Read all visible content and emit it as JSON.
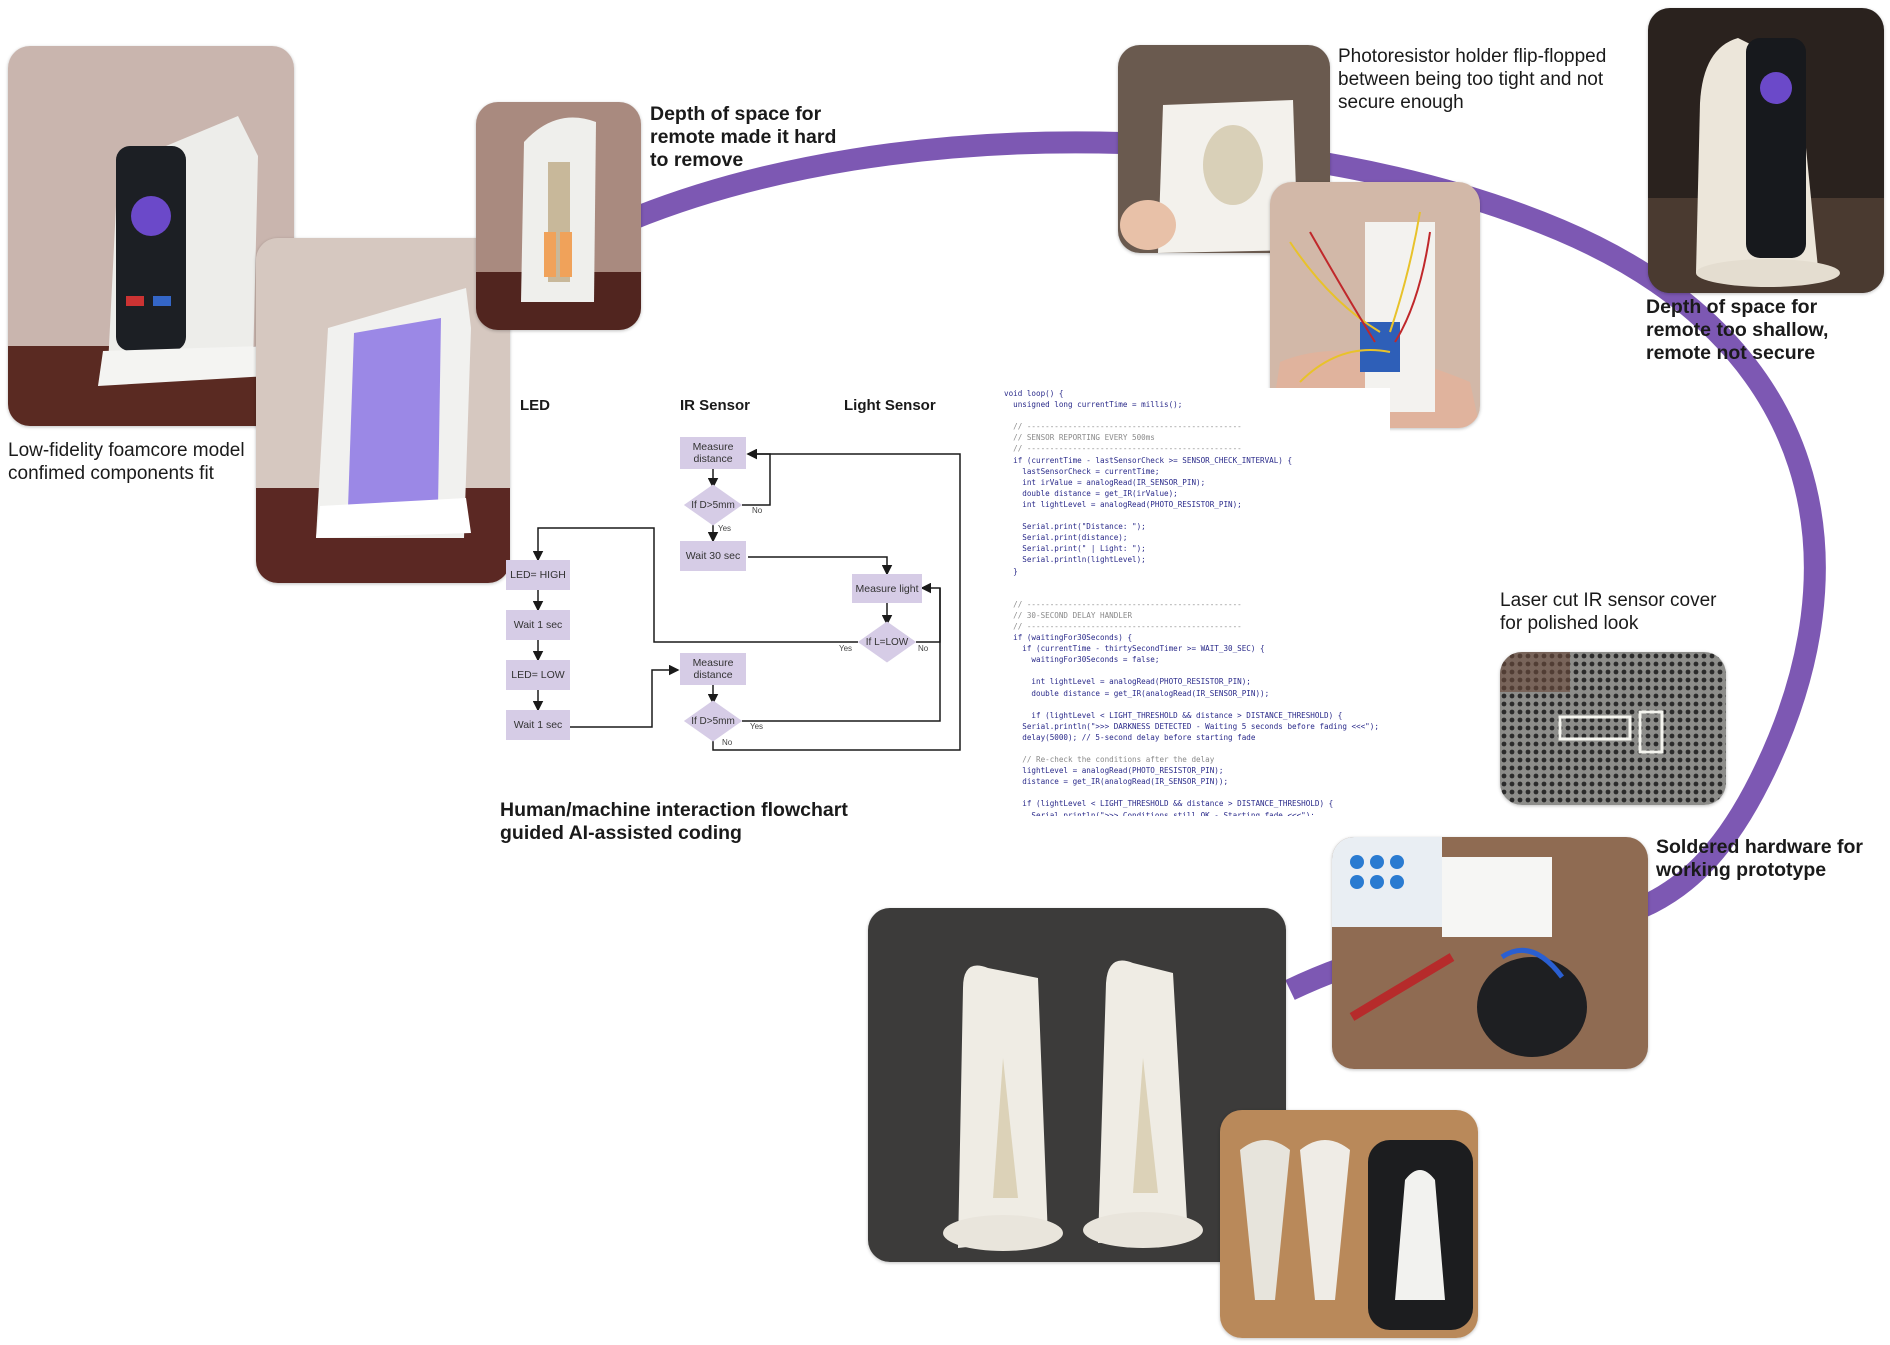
{
  "colors": {
    "arc": "#7d58b3",
    "flow_box": "#d6cce6",
    "text": "#1a1a1a"
  },
  "captions": {
    "foamcore": "Low-fidelity foamcore model confimed components fit",
    "depth_hard": "Depth of space for remote made it hard to remove",
    "photoresistor": "Photoresistor holder flip-flopped between being too tight and not secure enough",
    "depth_shallow": "Depth of space for remote too shallow, remote not secure",
    "laser": "Laser cut IR sensor cover for polished look",
    "soldered": "Soldered hardware for working prototype",
    "flowchart": "Human/machine interaction flowchart guided AI-assisted coding"
  },
  "flowchart": {
    "headers": {
      "led": "LED",
      "ir": "IR Sensor",
      "light": "Light Sensor"
    },
    "led_steps": [
      "LED= HIGH",
      "Wait 1 sec",
      "LED= LOW",
      "Wait 1 sec"
    ],
    "ir_steps": {
      "measure1": "Measure distance",
      "decision1": "If D>5mm",
      "wait": "Wait 30 sec",
      "measure2": "Measure distance",
      "decision2": "If D>5mm"
    },
    "light_steps": {
      "measure": "Measure light",
      "decision": "If L=LOW"
    },
    "labels": {
      "yes": "Yes",
      "no": "No"
    }
  },
  "code_lines": [
    "void loop() {",
    "  unsigned long currentTime = millis();",
    "",
    "  // -----------------------------------------------",
    "  // SENSOR REPORTING EVERY 500ms",
    "  // -----------------------------------------------",
    "  if (currentTime - lastSensorCheck >= SENSOR_CHECK_INTERVAL) {",
    "    lastSensorCheck = currentTime;",
    "    int irValue = analogRead(IR_SENSOR_PIN);",
    "    double distance = get_IR(irValue);",
    "    int lightLevel = analogRead(PHOTO_RESISTOR_PIN);",
    "",
    "    Serial.print(\"Distance: \");",
    "    Serial.print(distance);",
    "    Serial.print(\" | Light: \");",
    "    Serial.println(lightLevel);",
    "  }",
    "",
    "",
    "  // -----------------------------------------------",
    "  // 30-SECOND DELAY HANDLER",
    "  // -----------------------------------------------",
    "  if (waitingFor30Seconds) {",
    "    if (currentTime - thirtySecondTimer >= WAIT_30_SEC) {",
    "      waitingFor30Seconds = false;",
    "",
    "      int lightLevel = analogRead(PHOTO_RESISTOR_PIN);",
    "      double distance = get_IR(analogRead(IR_SENSOR_PIN));",
    "",
    "      if (lightLevel < LIGHT_THRESHOLD && distance > DISTANCE_THRESHOLD) {",
    "    Serial.println(\">>> DARKNESS DETECTED - Waiting 5 seconds before fading <<<\");",
    "    delay(5000); // 5-second delay before starting fade",
    "",
    "    // Re-check the conditions after the delay",
    "    lightLevel = analogRead(PHOTO_RESISTOR_PIN);",
    "    distance = get_IR(analogRead(IR_SENSOR_PIN));",
    "",
    "    if (lightLevel < LIGHT_THRESHOLD && distance > DISTANCE_THRESHOLD) {",
    "      Serial.println(\">>> Conditions still OK - Starting fade <<<\");"
  ]
}
